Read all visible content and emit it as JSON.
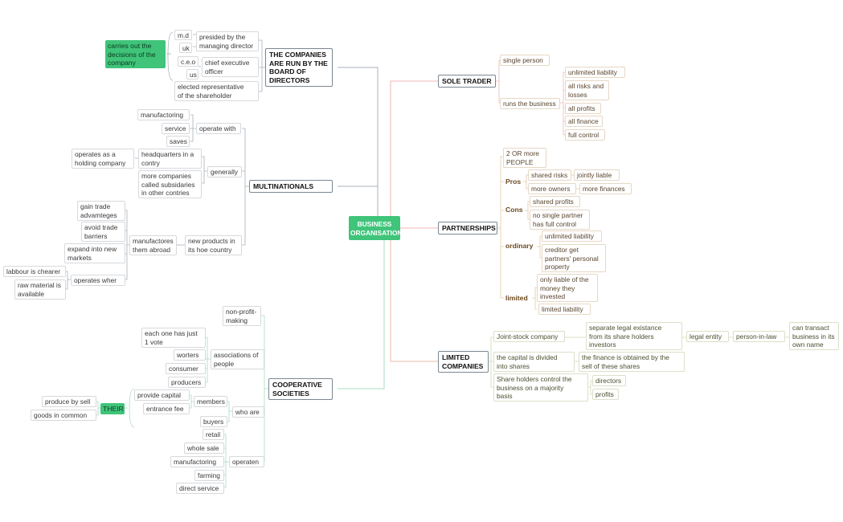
{
  "root": {
    "label": "BUSINESS\nORGANISATIONS"
  },
  "colors": {
    "root": "#3fc47a",
    "highlight": "#3fc47a",
    "board_links": "#a8b1ba",
    "partner_links": "#e5c9a6",
    "limited_links": "#cfd9b0",
    "sole_links": "#efb7b7",
    "coop_links": "#a9dcc0"
  },
  "board": {
    "title": "THE COMPANIES\nARE RUN BY THE\nBOARD OF\nDIRECTORS",
    "md": "m.d",
    "uk": "uk",
    "ceo": "c.e.o",
    "us": "us",
    "presided": "presided by the\nmanaging director",
    "chief": "chief executive\nofficer",
    "elected": "elected representative\nof the shareholder",
    "carries": "carries out the\ndecisions of the\ncompany"
  },
  "multinationals": {
    "title": "MULTINATIONALS",
    "operate_with": "operate with",
    "manufactoring": "manufactoring",
    "service": "service",
    "saves": "saves",
    "generally": "generally",
    "headquarters": "headquarters in a\ncontry",
    "holding": "operates as a\nholding company",
    "subsidaries": "more companies\ncalled subsidaries\nin other contries",
    "new_products": "new products in\nits hoe country",
    "manufactores": "manufactores\nthem abroad",
    "gain": "gain trade\nadvamteges",
    "avoid": "avoid trade\nbarriers",
    "expand": "expand into new\nmarkets",
    "operates_wher": "operates wher",
    "labbour": "labbour is chearer",
    "raw": "raw material is\navailable"
  },
  "coop": {
    "title": "COOPERATIVE\nSOCIETIES",
    "non_profit": "non-profit-\nmaking",
    "associations": "associations of\npeople",
    "vote": "each one has just\n1 vote",
    "worters": "worters",
    "consumer": "consumer",
    "producers": "producers",
    "who_are": "who are",
    "members": "members",
    "provide": "provide capital",
    "entrance": "entrance fee",
    "buyers": "buyers",
    "their": "THEIR",
    "produce": "produce by sell",
    "goods": "goods in common",
    "operaten": "operaten",
    "retail": "retail",
    "whole": "whole sale",
    "manufactoring": "manufactoring",
    "farming": "farming",
    "direct": "direct service"
  },
  "sole": {
    "title": "SOLE TRADER",
    "single": "single person",
    "runs": "runs the business",
    "unlimited": "unlimited liability",
    "risks": "all risks and\nlosses",
    "profits": "all profits",
    "finance": "all finance",
    "control": "full control"
  },
  "partnerships": {
    "title": "PARTNERSHIPS",
    "two_or_more": "2 OR  more\nPEOPLE",
    "pros": "Pros",
    "shared_risks": "shared risks",
    "jointly": "jointly liable",
    "more_owners": "more owners",
    "more_finances": "more finances",
    "cons": "Cons",
    "shared_profits": "shared profits",
    "no_single": "no single partner\nhas full control",
    "ordinary": "ordinary",
    "unlimited": "unlimited liability",
    "creditor": "creditor get\npartners' personal\nproperty",
    "limited": "limited",
    "only_liable": "only liable of the\nmoney they\ninvested",
    "limited_liability": "limited liability"
  },
  "limited_companies": {
    "title": "LIMITED\nCOMPANIES",
    "joint": "Joint-stock company",
    "separate": "separate legal existance\nfrom its share holders\ninvestors",
    "legal": "legal entity",
    "person": "person-in-law",
    "transact": "can transact\nbusiness in its\nown name",
    "capital": "the capital is divided\ninto shares",
    "finance": "the finance is obtained by the\nsell of these shares",
    "share_holders": "Share holders control the\nbusiness on a majority\nbasis",
    "directors": "directors",
    "profits": "profits"
  }
}
